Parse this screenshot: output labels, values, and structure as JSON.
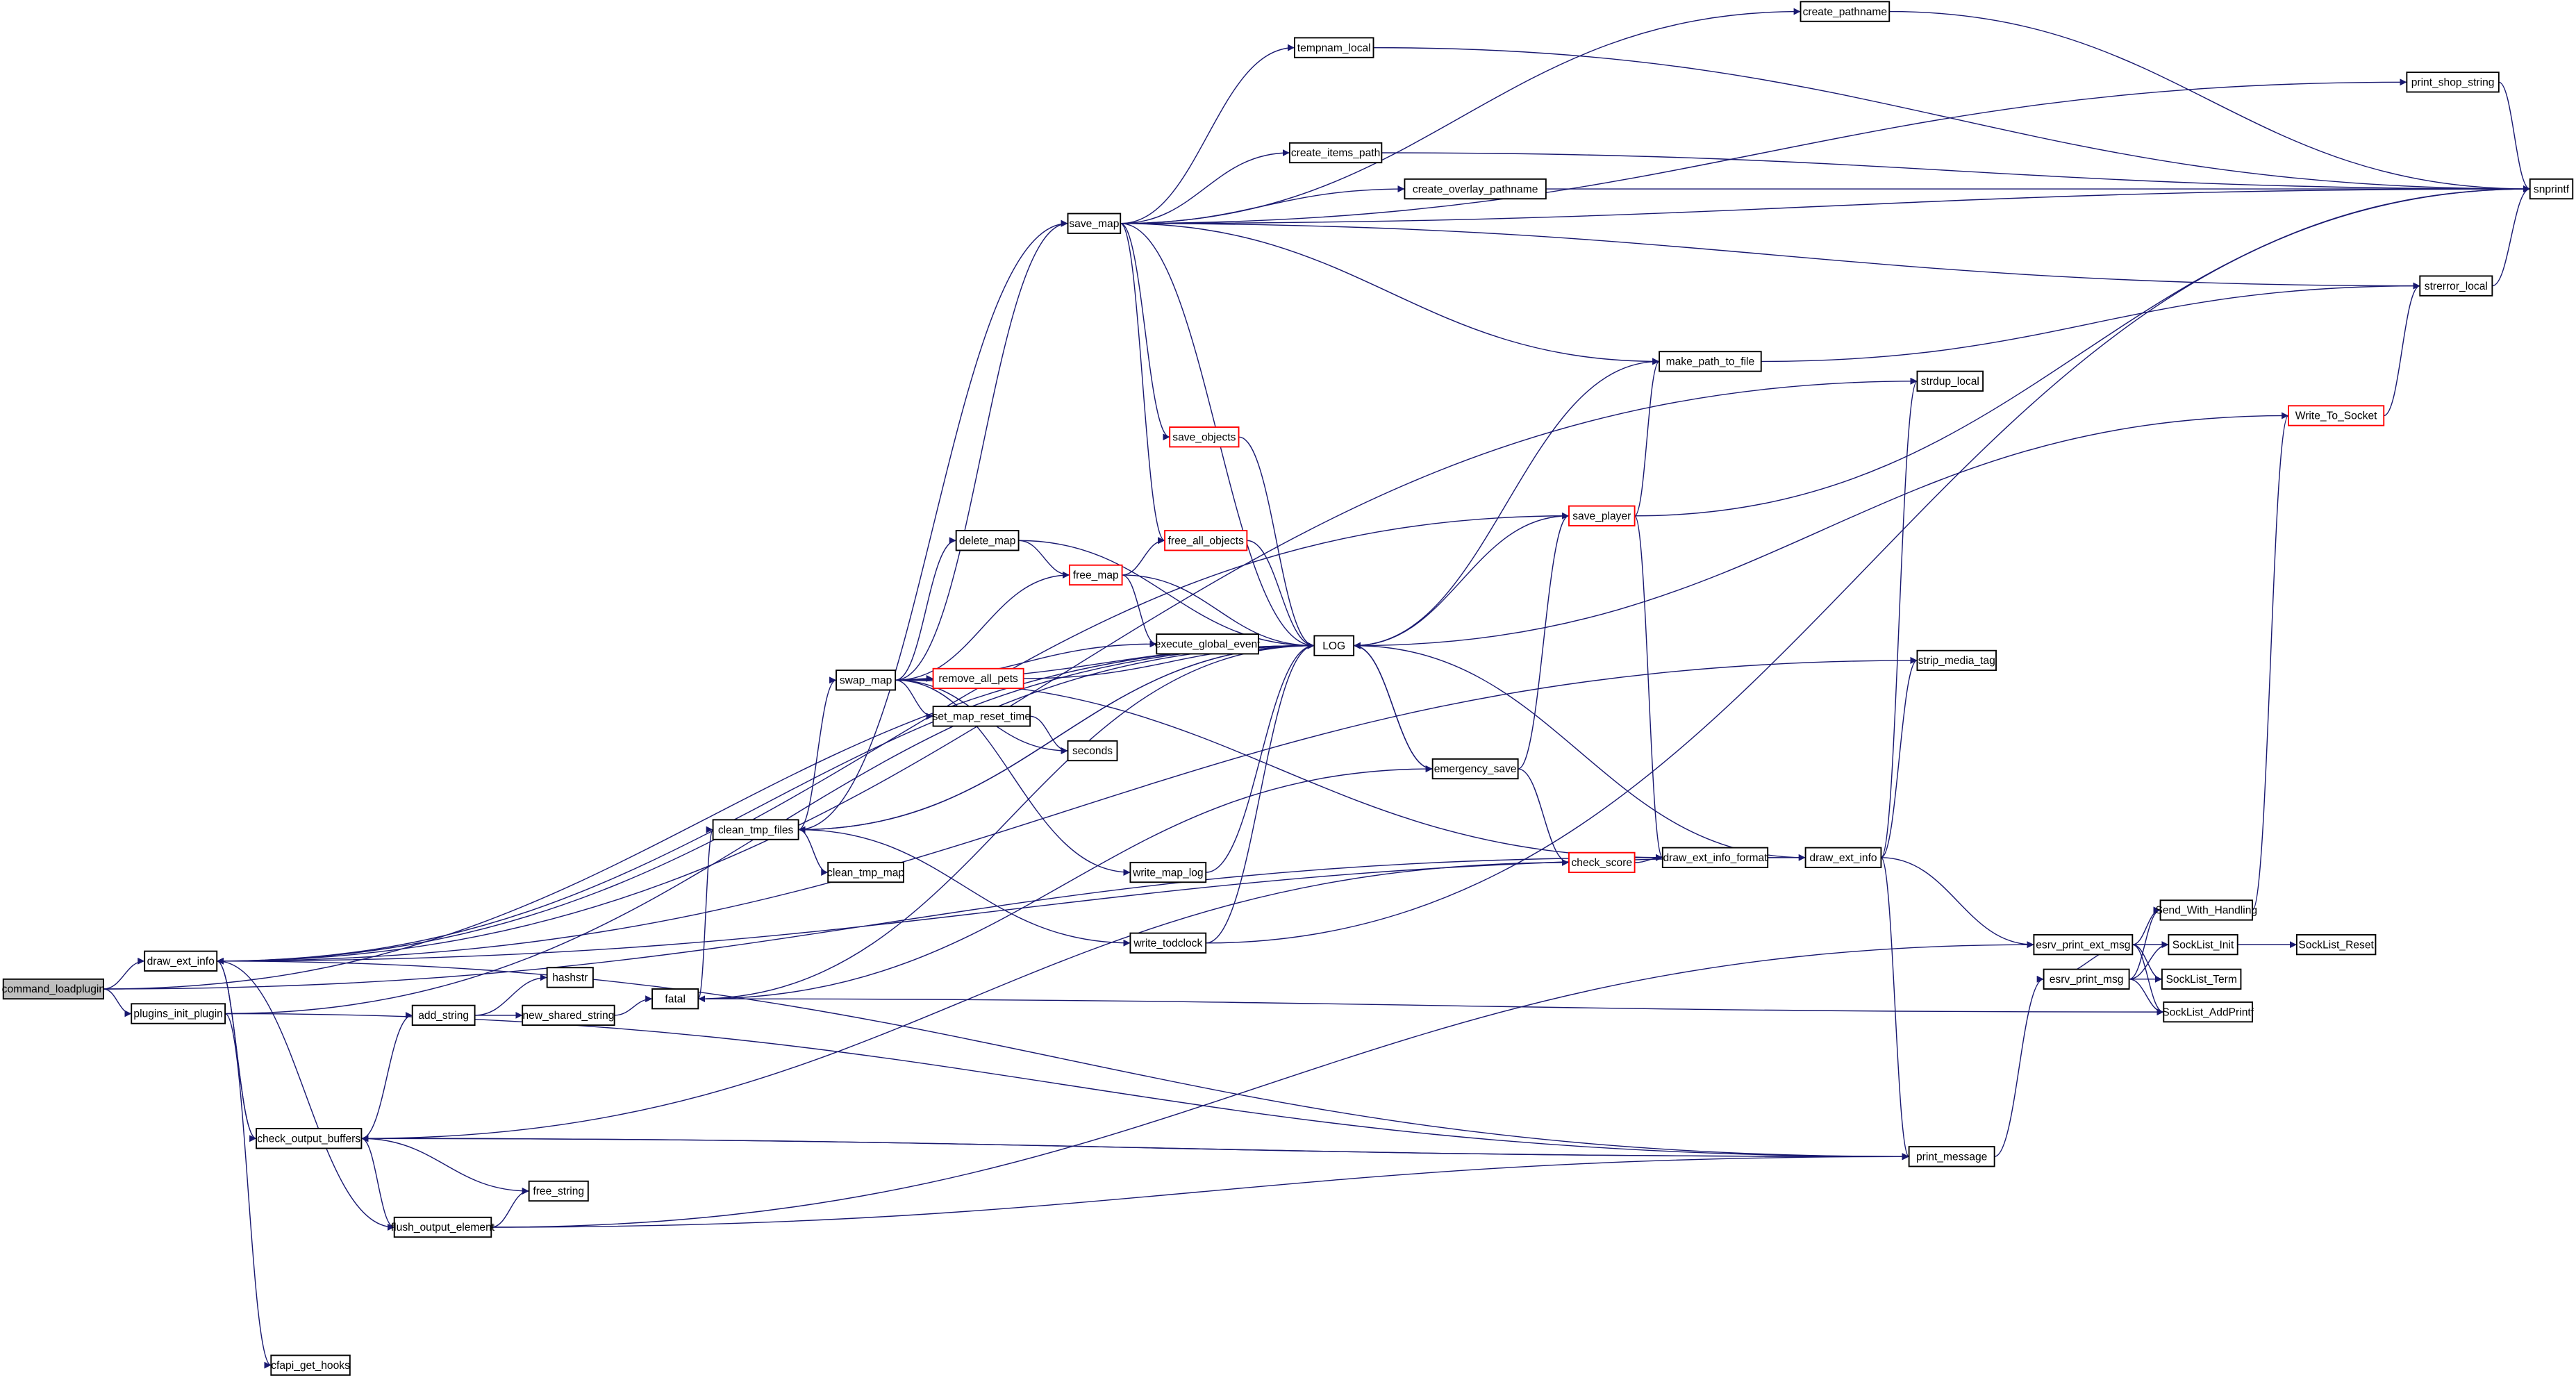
{
  "graph": {
    "root": "command_loadplugin",
    "colors": {
      "edge": "#191970",
      "root_fill": "#bfbfbf",
      "truncated_border": "#ff0000",
      "node_border": "#000000"
    },
    "nodes": [
      {
        "id": "command_loadplugin",
        "label": "command_loadplugin",
        "kind": "root"
      },
      {
        "id": "draw_ext_info",
        "label": "draw_ext_info"
      },
      {
        "id": "plugins_init_plugin",
        "label": "plugins_init_plugin"
      },
      {
        "id": "cfapi_get_hooks",
        "label": "cfapi_get_hooks"
      },
      {
        "id": "check_output_buffers",
        "label": "check_output_buffers"
      },
      {
        "id": "flush_output_element",
        "label": "flush_output_element"
      },
      {
        "id": "free_string",
        "label": "free_string"
      },
      {
        "id": "add_string",
        "label": "add_string"
      },
      {
        "id": "hashstr",
        "label": "hashstr"
      },
      {
        "id": "new_shared_string",
        "label": "new_shared_string"
      },
      {
        "id": "fatal",
        "label": "fatal"
      },
      {
        "id": "clean_tmp_files",
        "label": "clean_tmp_files"
      },
      {
        "id": "clean_tmp_map",
        "label": "clean_tmp_map"
      },
      {
        "id": "swap_map",
        "label": "swap_map"
      },
      {
        "id": "delete_map",
        "label": "delete_map"
      },
      {
        "id": "free_map",
        "label": "free_map",
        "kind": "truncated"
      },
      {
        "id": "remove_all_pets",
        "label": "remove_all_pets",
        "kind": "truncated"
      },
      {
        "id": "set_map_reset_time",
        "label": "set_map_reset_time"
      },
      {
        "id": "seconds",
        "label": "seconds"
      },
      {
        "id": "execute_global_event",
        "label": "execute_global_event"
      },
      {
        "id": "free_all_objects",
        "label": "free_all_objects",
        "kind": "truncated"
      },
      {
        "id": "save_objects",
        "label": "save_objects",
        "kind": "truncated"
      },
      {
        "id": "write_map_log",
        "label": "write_map_log"
      },
      {
        "id": "write_todclock",
        "label": "write_todclock"
      },
      {
        "id": "save_map",
        "label": "save_map"
      },
      {
        "id": "tempnam_local",
        "label": "tempnam_local"
      },
      {
        "id": "create_pathname",
        "label": "create_pathname"
      },
      {
        "id": "print_shop_string",
        "label": "print_shop_string"
      },
      {
        "id": "create_items_path",
        "label": "create_items_path"
      },
      {
        "id": "create_overlay_pathname",
        "label": "create_overlay_pathname"
      },
      {
        "id": "snprintf",
        "label": "snprintf"
      },
      {
        "id": "strerror_local",
        "label": "strerror_local"
      },
      {
        "id": "make_path_to_file",
        "label": "make_path_to_file"
      },
      {
        "id": "strdup_local",
        "label": "strdup_local"
      },
      {
        "id": "Write_To_Socket",
        "label": "Write_To_Socket",
        "kind": "truncated"
      },
      {
        "id": "save_player",
        "label": "save_player",
        "kind": "truncated"
      },
      {
        "id": "LOG",
        "label": "LOG"
      },
      {
        "id": "emergency_save",
        "label": "emergency_save"
      },
      {
        "id": "strip_media_tag",
        "label": "strip_media_tag"
      },
      {
        "id": "check_score",
        "label": "check_score",
        "kind": "truncated"
      },
      {
        "id": "draw_ext_info_format",
        "label": "draw_ext_info_format"
      },
      {
        "id": "draw_ext_info_2",
        "label": "draw_ext_info"
      },
      {
        "id": "esrv_print_ext_msg",
        "label": "esrv_print_ext_msg"
      },
      {
        "id": "esrv_print_msg",
        "label": "esrv_print_msg"
      },
      {
        "id": "Send_With_Handling",
        "label": "Send_With_Handling"
      },
      {
        "id": "SockList_Init",
        "label": "SockList_Init"
      },
      {
        "id": "SockList_Term",
        "label": "SockList_Term"
      },
      {
        "id": "SockList_AddPrintf",
        "label": "SockList_AddPrintf"
      },
      {
        "id": "SockList_Reset",
        "label": "SockList_Reset"
      },
      {
        "id": "print_message",
        "label": "print_message"
      }
    ],
    "edges": [
      [
        "command_loadplugin",
        "draw_ext_info"
      ],
      [
        "command_loadplugin",
        "plugins_init_plugin"
      ],
      [
        "command_loadplugin",
        "LOG"
      ],
      [
        "command_loadplugin",
        "draw_ext_info_format"
      ],
      [
        "plugins_init_plugin",
        "cfapi_get_hooks"
      ],
      [
        "plugins_init_plugin",
        "LOG"
      ],
      [
        "plugins_init_plugin",
        "print_message"
      ],
      [
        "draw_ext_info",
        "check_output_buffers"
      ],
      [
        "draw_ext_info",
        "strip_media_tag"
      ],
      [
        "draw_ext_info",
        "flush_output_element"
      ],
      [
        "draw_ext_info",
        "print_message"
      ],
      [
        "draw_ext_info",
        "strdup_local"
      ],
      [
        "check_output_buffers",
        "add_string"
      ],
      [
        "check_output_buffers",
        "free_string"
      ],
      [
        "check_output_buffers",
        "flush_output_element"
      ],
      [
        "check_output_buffers",
        "print_message"
      ],
      [
        "check_output_buffers",
        "draw_ext_info"
      ],
      [
        "flush_output_element",
        "free_string"
      ],
      [
        "flush_output_element",
        "print_message"
      ],
      [
        "flush_output_element",
        "esrv_print_ext_msg"
      ],
      [
        "add_string",
        "hashstr"
      ],
      [
        "add_string",
        "new_shared_string"
      ],
      [
        "new_shared_string",
        "fatal"
      ],
      [
        "fatal",
        "clean_tmp_files"
      ],
      [
        "fatal",
        "emergency_save"
      ],
      [
        "fatal",
        "LOG"
      ],
      [
        "clean_tmp_files",
        "swap_map"
      ],
      [
        "clean_tmp_files",
        "clean_tmp_map"
      ],
      [
        "clean_tmp_files",
        "save_map"
      ],
      [
        "clean_tmp_files",
        "LOG"
      ],
      [
        "clean_tmp_files",
        "write_todclock"
      ],
      [
        "swap_map",
        "delete_map"
      ],
      [
        "swap_map",
        "free_map"
      ],
      [
        "swap_map",
        "remove_all_pets"
      ],
      [
        "swap_map",
        "set_map_reset_time"
      ],
      [
        "swap_map",
        "seconds"
      ],
      [
        "swap_map",
        "execute_global_event"
      ],
      [
        "swap_map",
        "LOG"
      ],
      [
        "swap_map",
        "save_map"
      ],
      [
        "swap_map",
        "write_map_log"
      ],
      [
        "swap_map",
        "draw_ext_info_format"
      ],
      [
        "delete_map",
        "free_map"
      ],
      [
        "delete_map",
        "LOG"
      ],
      [
        "free_map",
        "free_all_objects"
      ],
      [
        "free_map",
        "execute_global_event"
      ],
      [
        "free_map",
        "LOG"
      ],
      [
        "free_all_objects",
        "LOG"
      ],
      [
        "save_objects",
        "LOG"
      ],
      [
        "remove_all_pets",
        "LOG"
      ],
      [
        "set_map_reset_time",
        "seconds"
      ],
      [
        "save_map",
        "tempnam_local"
      ],
      [
        "save_map",
        "create_pathname"
      ],
      [
        "save_map",
        "print_shop_string"
      ],
      [
        "save_map",
        "create_items_path"
      ],
      [
        "save_map",
        "create_overlay_pathname"
      ],
      [
        "save_map",
        "snprintf"
      ],
      [
        "save_map",
        "strerror_local"
      ],
      [
        "save_map",
        "make_path_to_file"
      ],
      [
        "save_map",
        "save_objects"
      ],
      [
        "save_map",
        "free_all_objects"
      ],
      [
        "save_map",
        "LOG"
      ],
      [
        "tempnam_local",
        "snprintf"
      ],
      [
        "create_pathname",
        "snprintf"
      ],
      [
        "print_shop_string",
        "snprintf"
      ],
      [
        "create_items_path",
        "snprintf"
      ],
      [
        "create_overlay_pathname",
        "snprintf"
      ],
      [
        "strerror_local",
        "snprintf"
      ],
      [
        "make_path_to_file",
        "LOG"
      ],
      [
        "make_path_to_file",
        "strerror_local"
      ],
      [
        "write_map_log",
        "LOG"
      ],
      [
        "write_todclock",
        "LOG"
      ],
      [
        "write_todclock",
        "snprintf"
      ],
      [
        "LOG",
        "draw_ext_info"
      ],
      [
        "LOG",
        "emergency_save"
      ],
      [
        "LOG",
        "clean_tmp_files"
      ],
      [
        "emergency_save",
        "save_player"
      ],
      [
        "emergency_save",
        "check_score"
      ],
      [
        "emergency_save",
        "LOG"
      ],
      [
        "save_player",
        "make_path_to_file"
      ],
      [
        "save_player",
        "LOG"
      ],
      [
        "save_player",
        "draw_ext_info_format"
      ],
      [
        "save_player",
        "snprintf"
      ],
      [
        "save_player",
        "draw_ext_info"
      ],
      [
        "check_score",
        "draw_ext_info_format"
      ],
      [
        "check_score",
        "check_output_buffers"
      ],
      [
        "draw_ext_info_format",
        "draw_ext_info_2"
      ],
      [
        "draw_ext_info_2",
        "strdup_local"
      ],
      [
        "draw_ext_info_2",
        "strip_media_tag"
      ],
      [
        "draw_ext_info_2",
        "esrv_print_ext_msg"
      ],
      [
        "draw_ext_info_2",
        "print_message"
      ],
      [
        "draw_ext_info_2",
        "LOG"
      ],
      [
        "draw_ext_info_2",
        "draw_ext_info"
      ],
      [
        "esrv_print_ext_msg",
        "Send_With_Handling"
      ],
      [
        "esrv_print_ext_msg",
        "SockList_Init"
      ],
      [
        "esrv_print_ext_msg",
        "SockList_Term"
      ],
      [
        "esrv_print_ext_msg",
        "SockList_AddPrintf"
      ],
      [
        "esrv_print_msg",
        "Send_With_Handling"
      ],
      [
        "esrv_print_msg",
        "SockList_Init"
      ],
      [
        "esrv_print_msg",
        "SockList_Term"
      ],
      [
        "esrv_print_msg",
        "SockList_AddPrintf"
      ],
      [
        "esrv_print_msg",
        "esrv_print_ext_msg"
      ],
      [
        "SockList_Init",
        "SockList_Reset"
      ],
      [
        "Send_With_Handling",
        "Write_To_Socket"
      ],
      [
        "Write_To_Socket",
        "LOG"
      ],
      [
        "Write_To_Socket",
        "strerror_local"
      ],
      [
        "SockList_AddPrintf",
        "fatal"
      ],
      [
        "print_message",
        "esrv_print_msg"
      ],
      [
        "print_message",
        "check_output_buffers"
      ]
    ]
  }
}
